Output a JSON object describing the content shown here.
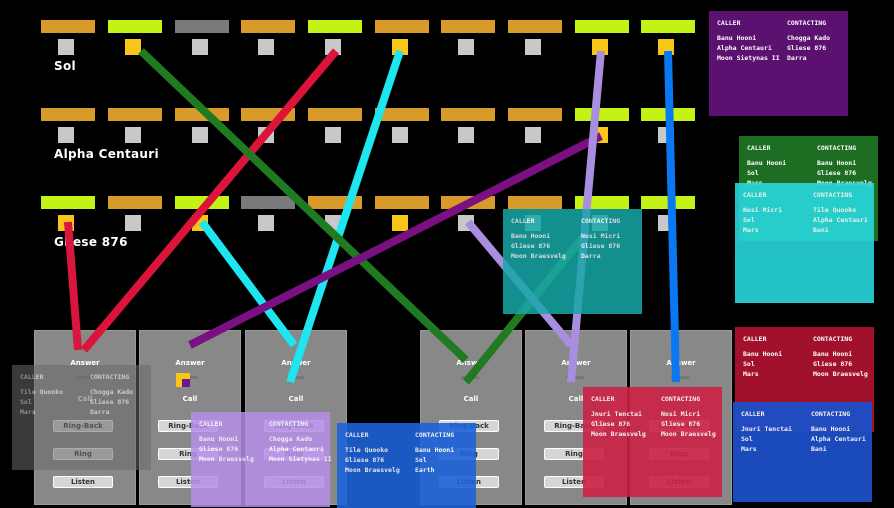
{
  "rows": [
    {
      "label": "Sol",
      "bars": [
        "#d89a28",
        "#c4f214",
        "#7a7a7a",
        "#d89a28",
        "#c4f214",
        "#d89a28",
        "#d89a28",
        "#d89a28",
        "#c4f214",
        "#c4f214"
      ],
      "squares": [
        "#c8c8c8",
        "#f7c618",
        "#c8c8c8",
        "#c8c8c8",
        "#c8c8c8",
        "#f7c618",
        "#c8c8c8",
        "#c8c8c8",
        "#f7c618",
        "#f7c618"
      ]
    },
    {
      "label": "Alpha Centauri",
      "bars": [
        "#d89a28",
        "#d89a28",
        "#d89a28",
        "#d89a28",
        "#d89a28",
        "#d89a28",
        "#d89a28",
        "#d89a28",
        "#c4f214",
        "#c4f214"
      ],
      "squares": [
        "#c8c8c8",
        "#c8c8c8",
        "#c8c8c8",
        "#c8c8c8",
        "#c8c8c8",
        "#c8c8c8",
        "#c8c8c8",
        "#c8c8c8",
        "#f7c618",
        "#c8c8c8"
      ]
    },
    {
      "label": "Gliese 876",
      "bars": [
        "#c4f214",
        "#d89a28",
        "#c4f214",
        "#7a7a7a",
        "#d89a28",
        "#d89a28",
        "#d89a28",
        "#d89a28",
        "#c4f214",
        "#c4f214"
      ],
      "squares": [
        "#f7c618",
        "#c8c8c8",
        "#f7c618",
        "#c8c8c8",
        "#c8c8c8",
        "#f7c618",
        "#c8c8c8",
        "#c8c8c8",
        "#c8c8c8",
        "#c8c8c8"
      ]
    }
  ],
  "operators": [
    {
      "answer": "Answer",
      "call": "Call",
      "ringback": "Ring-Back",
      "ring": "Ring",
      "listen": "Listen"
    },
    {
      "answer": "Answer",
      "call": "Call",
      "ringback": "Ring-Back",
      "ring": "Ring",
      "listen": "Listen"
    },
    {
      "answer": "Answer",
      "call": "Call",
      "ringback": "Ring-Back",
      "ring": "Ring",
      "listen": "Listen"
    },
    {
      "answer": "Answer",
      "call": "Call",
      "ringback": "Ring-Back",
      "ring": "Ring",
      "listen": "Listen"
    },
    {
      "answer": "Answer",
      "call": "Call",
      "ringback": "Ring-Back",
      "ring": "Ring",
      "listen": "Listen"
    },
    {
      "answer": "Answer",
      "call": "Call",
      "ringback": "Ring-Back",
      "ring": "Ring",
      "listen": "Listen"
    }
  ],
  "callPanels": [
    {
      "color": "#5a1170",
      "caller_header": "CALLER",
      "contacting_header": "CONTACTING",
      "callers": [
        "Banu Hooni",
        "Alpha Centauri",
        "Moon Sietynas II"
      ],
      "contacts": [
        "Chogga Kado",
        "Gliese 876",
        "Darra"
      ]
    },
    {
      "color": "#1d6e22",
      "caller_header": "CALLER",
      "contacting_header": "CONTACTING",
      "callers": [
        "Banu Hooni",
        "Sol",
        "Mars"
      ],
      "contacts": [
        "Banu Hooni",
        "Gliese 876",
        "Moon Braesvelg"
      ]
    },
    {
      "color": "#28d8de",
      "caller_header": "CALLER",
      "contacting_header": "CONTACTING",
      "callers": [
        "Nosi Micri",
        "Sol",
        "Mars"
      ],
      "contacts": [
        "Tile Quooko",
        "Alpha Centauri",
        "Bani"
      ]
    },
    {
      "color": "#17a8a8",
      "caller_header": "CALLER",
      "contacting_header": "CONTACTING",
      "callers": [
        "Banu Hooni",
        "Gliese 876",
        "Moon Braesvelg"
      ],
      "contacts": [
        "Nosi Micri",
        "Gliese 876",
        "Darra"
      ]
    },
    {
      "color": "#a2112c",
      "caller_header": "CALLER",
      "contacting_header": "CONTACTING",
      "callers": [
        "Banu Hooni",
        "Sol",
        "Mars"
      ],
      "contacts": [
        "Banu Hooni",
        "Gliese 876",
        "Moon Braesvelg"
      ]
    },
    {
      "color": "#6a6a6a",
      "caller_header": "CALLER",
      "contacting_header": "CONTACTING",
      "callers": [
        "Tile Quooko",
        "Sol",
        "Mars"
      ],
      "contacts": [
        "Chogga Kado",
        "Gliese 876",
        "Darra"
      ]
    },
    {
      "color": "#b68ee8",
      "caller_header": "CALLER",
      "contacting_header": "CONTACTING",
      "callers": [
        "Banu Hooni",
        "Gliese 876",
        "Moon Braesvelg"
      ],
      "contacts": [
        "Chogga Kado",
        "Alpha Centauri",
        "Moon Sietynas II"
      ]
    },
    {
      "color": "#1d62d8",
      "caller_header": "CALLER",
      "contacting_header": "CONTACTING",
      "callers": [
        "Tile Quooko",
        "Gliese 876",
        "Moon Braesvelg"
      ],
      "contacts": [
        "Banu Hooni",
        "Sol",
        "Earth"
      ]
    },
    {
      "color": "#cc2244",
      "caller_header": "CALLER",
      "contacting_header": "CONTACTING",
      "callers": [
        "Jnuri Tenctai",
        "Gliese 876",
        "Moon Braesvelg"
      ],
      "contacts": [
        "Nosi Micri",
        "Gliese 876",
        "Moon Braesvelg"
      ]
    },
    {
      "color": "#1d4fc8",
      "caller_header": "CALLER",
      "contacting_header": "CONTACTING",
      "callers": [
        "Jnuri Tenctai",
        "Sol",
        "Mars"
      ],
      "contacts": [
        "Banu Hooni",
        "Alpha Centauri",
        "Bani"
      ]
    }
  ],
  "wires": [
    {
      "name": "crimson",
      "color": "#dc143c"
    },
    {
      "name": "red",
      "color": "#d8163e"
    },
    {
      "name": "cyan",
      "color": "#1ee6f0"
    },
    {
      "name": "cyan2",
      "color": "#1ee6f0"
    },
    {
      "name": "green",
      "color": "#1f7a22"
    },
    {
      "name": "green2",
      "color": "#1f7a22"
    },
    {
      "name": "purple",
      "color": "#7a1082"
    },
    {
      "name": "lavender",
      "color": "#a98ee0"
    },
    {
      "name": "lavender2",
      "color": "#a98ee0"
    },
    {
      "name": "blue",
      "color": "#0a78f0"
    }
  ]
}
